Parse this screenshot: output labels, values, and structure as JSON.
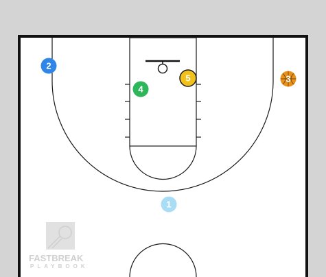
{
  "players": [
    {
      "id": "p1",
      "number": "1",
      "color": "#a9ddf5",
      "label_color": "#ffffff",
      "role": "player"
    },
    {
      "id": "p2",
      "number": "2",
      "color": "#2f86e6",
      "label_color": "#ffffff",
      "role": "player"
    },
    {
      "id": "p3",
      "number": "3",
      "color": "#e8911d",
      "label_color": "#3a2200",
      "role": "ball-handler"
    },
    {
      "id": "p4",
      "number": "4",
      "color": "#2db65a",
      "label_color": "#ffffff",
      "role": "player"
    },
    {
      "id": "p5",
      "number": "5",
      "color": "#f2c21b",
      "label_color": "#ffffff",
      "role": "player"
    }
  ],
  "watermark": {
    "line1": "FASTBREAK",
    "line2": "PLAYBOOK"
  }
}
